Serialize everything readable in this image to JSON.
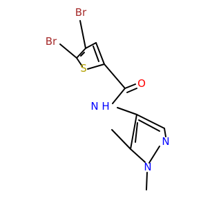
{
  "atoms": {
    "br_top": "Br",
    "br_left": "Br",
    "s": "S",
    "o": "O",
    "nh": "N H",
    "n_ring_top": "N",
    "n_ring_bottom": "N"
  },
  "colors": {
    "bond": "#000000",
    "bromine": "#a52a2a",
    "sulfur": "#b3a100",
    "oxygen": "#ff0000",
    "nitrogen": "#0000ff"
  }
}
